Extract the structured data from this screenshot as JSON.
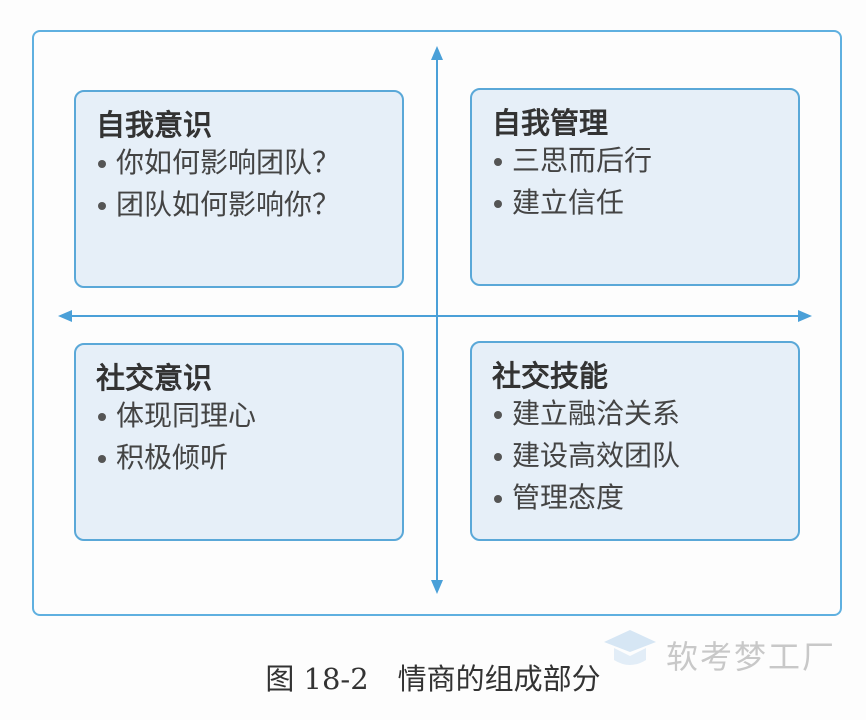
{
  "quadrants": [
    {
      "title": "自我意识",
      "items": [
        "你如何影响团队？",
        "团队如何影响你？"
      ]
    },
    {
      "title": "自我管理",
      "items": [
        "三思而后行",
        "建立信任"
      ]
    },
    {
      "title": "社交意识",
      "items": [
        "体现同理心",
        "积极倾听"
      ]
    },
    {
      "title": "社交技能",
      "items": [
        "建立融洽关系",
        "建设高效团队",
        "管理态度"
      ]
    }
  ],
  "caption": "图 18-2　情商的组成部分",
  "watermark": "软考梦工厂",
  "colors": {
    "border": "#5aa8d8",
    "box_fill": "#e6eff8",
    "arrow": "#4aa0d8"
  }
}
